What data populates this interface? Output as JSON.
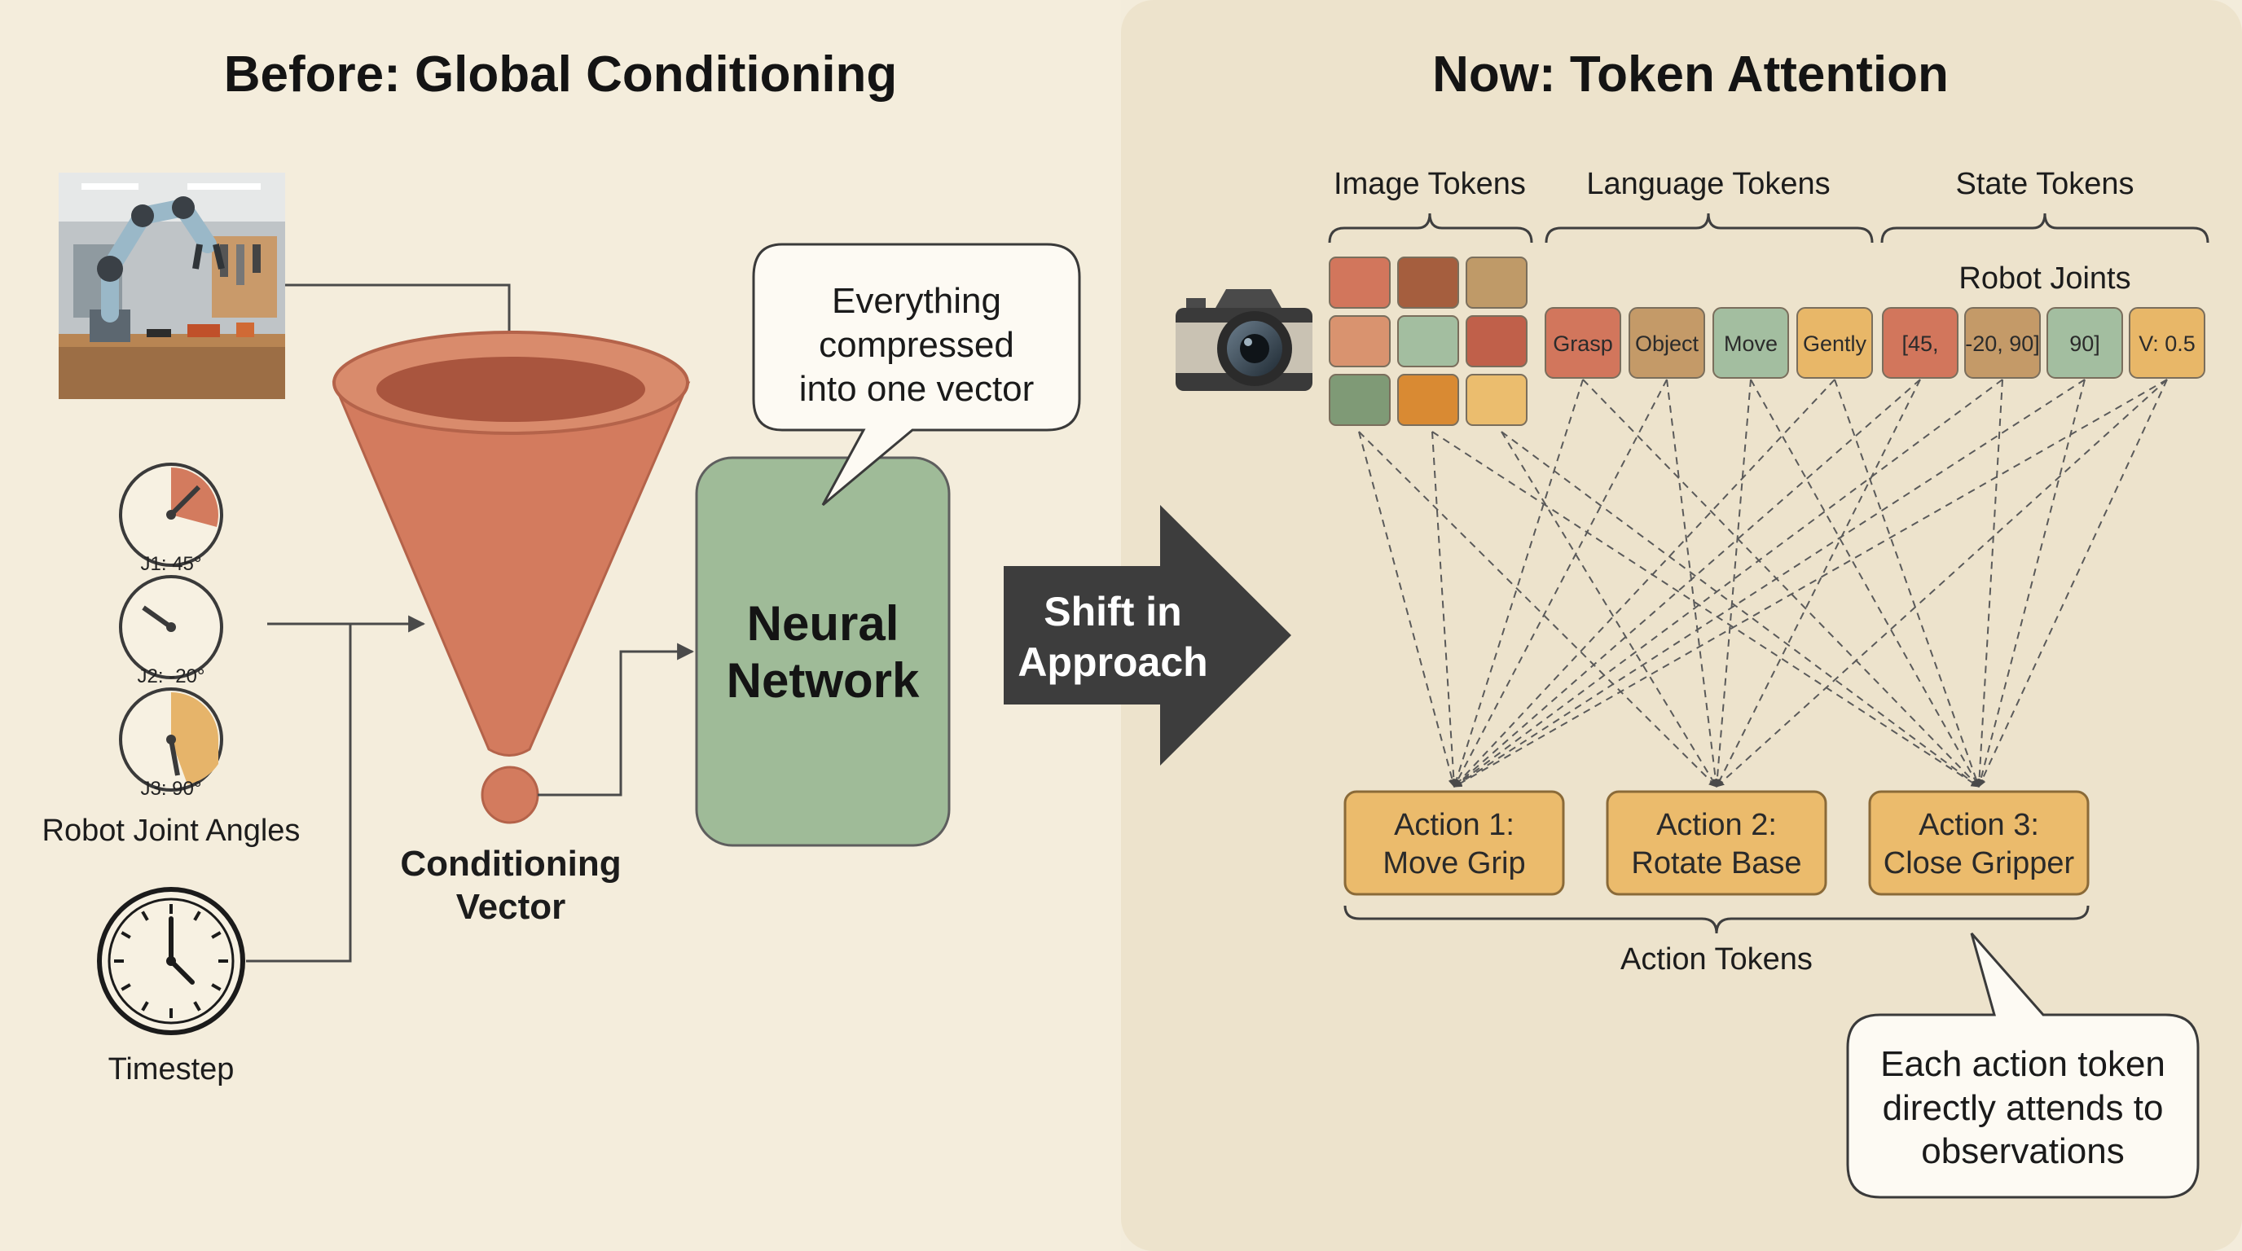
{
  "left": {
    "title": "Before: Global Conditioning",
    "gauges": [
      {
        "label": "J1: 45°",
        "value_deg": 45
      },
      {
        "label": "J2: -20°",
        "value_deg": -20
      },
      {
        "label": "J3: 90°",
        "value_deg": 90
      }
    ],
    "joint_angles_label": "Robot Joint Angles",
    "timestep_label": "Timestep",
    "conditioning_vector_label": [
      "Conditioning",
      "Vector"
    ],
    "neural_network_label": [
      "Neural",
      "Network"
    ],
    "bubble_text": [
      "Everything",
      "compressed",
      "into one vector"
    ]
  },
  "shift": {
    "label": [
      "Shift in",
      "Approach"
    ]
  },
  "right": {
    "title": "Now: Token Attention",
    "group_labels": {
      "image": "Image Tokens",
      "language": "Language Tokens",
      "state": "State Tokens",
      "robot_joints": "Robot Joints"
    },
    "image_token_colors": [
      "#d2765c",
      "#a55e3e",
      "#bf9a68",
      "#d9936f",
      "#a3bea0",
      "#c0604a",
      "#7f9a76",
      "#d98a33",
      "#ebbd6e"
    ],
    "language_tokens": [
      {
        "text": "Grasp",
        "color": "#d2765c"
      },
      {
        "text": "Object",
        "color": "#c49a68"
      },
      {
        "text": "Move",
        "color": "#a3bea0"
      },
      {
        "text": "Gently",
        "color": "#e8b768"
      }
    ],
    "state_tokens": [
      {
        "text": "[45,",
        "color": "#d2765c"
      },
      {
        "text": "-20, 90]",
        "color": "#c49a68"
      },
      {
        "text": "90]",
        "color": "#a3bea0"
      },
      {
        "text": "V: 0.5",
        "color": "#e8b768"
      }
    ],
    "actions": [
      {
        "line1": "Action 1:",
        "line2": "Move Grip"
      },
      {
        "line1": "Action 2:",
        "line2": "Rotate Base"
      },
      {
        "line1": "Action 3:",
        "line2": "Close Gripper"
      }
    ],
    "action_tokens_label": "Action Tokens",
    "bubble_text": [
      "Each action token",
      "directly attends to",
      "observations"
    ]
  },
  "colors": {
    "funnel": "#d37b5e",
    "network": "#9fbb98",
    "action": "#ebbb6c",
    "arrow": "#3d3d3d"
  }
}
